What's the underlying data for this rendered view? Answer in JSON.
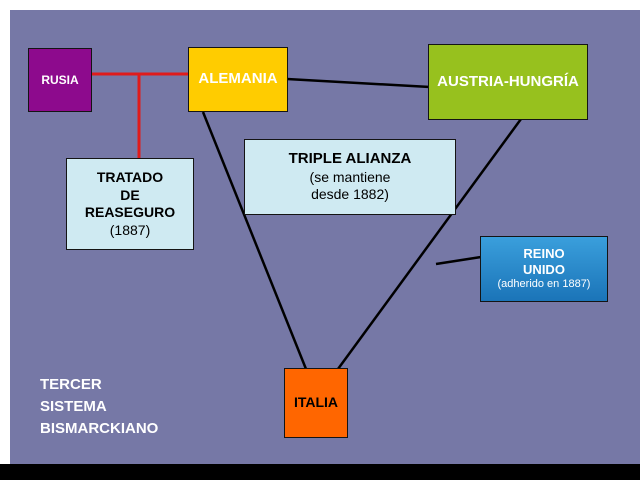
{
  "slide": {
    "background_color": "#7678a6",
    "footer_bar_color": "#000000",
    "frame_color": "#ffffff"
  },
  "nodes": {
    "rusia": {
      "label": "RUSIA",
      "color": "#8d0a8d"
    },
    "alemania": {
      "label": "ALEMANIA",
      "color": "#ffcc00"
    },
    "austria_hungria": {
      "label": "AUSTRIA-HUNGRÍA",
      "color": "#97c11e"
    },
    "tratado_reaseguro": {
      "line1": "TRATADO",
      "line2": "DE",
      "line3": "REASEGURO",
      "line4": "(1887)",
      "color": "#cfeaf2"
    },
    "triple_alianza": {
      "title": "TRIPLE ALIANZA",
      "line2": "(se mantiene",
      "line3": "desde 1882)",
      "color": "#cfeaf2"
    },
    "reino_unido": {
      "line1": "REINO",
      "line2": "UNIDO",
      "line3": "(adherido en 1887)",
      "color": "#1d7fc4"
    },
    "italia": {
      "label": "ITALIA",
      "color": "#ff6600"
    }
  },
  "caption": {
    "line1": "TERCER",
    "line2": "SISTEMA",
    "line3": "BISMARCKIANO"
  },
  "connections": [
    {
      "from": "RUSIA",
      "to": "ALEMANIA",
      "color": "#e01b1b"
    },
    {
      "from": "RUSIA-ALEMANIA",
      "to": "TRATADO DE REASEGURO",
      "color": "#e01b1b"
    },
    {
      "from": "ALEMANIA",
      "to": "AUSTRIA-HUNGRÍA",
      "color": "#000000"
    },
    {
      "from": "ALEMANIA",
      "to": "ITALIA",
      "color": "#000000"
    },
    {
      "from": "AUSTRIA-HUNGRÍA",
      "to": "ITALIA",
      "color": "#000000"
    },
    {
      "from": "AUSTRIA-HUNGRÍA-ITALIA",
      "to": "REINO UNIDO",
      "color": "#000000"
    }
  ]
}
